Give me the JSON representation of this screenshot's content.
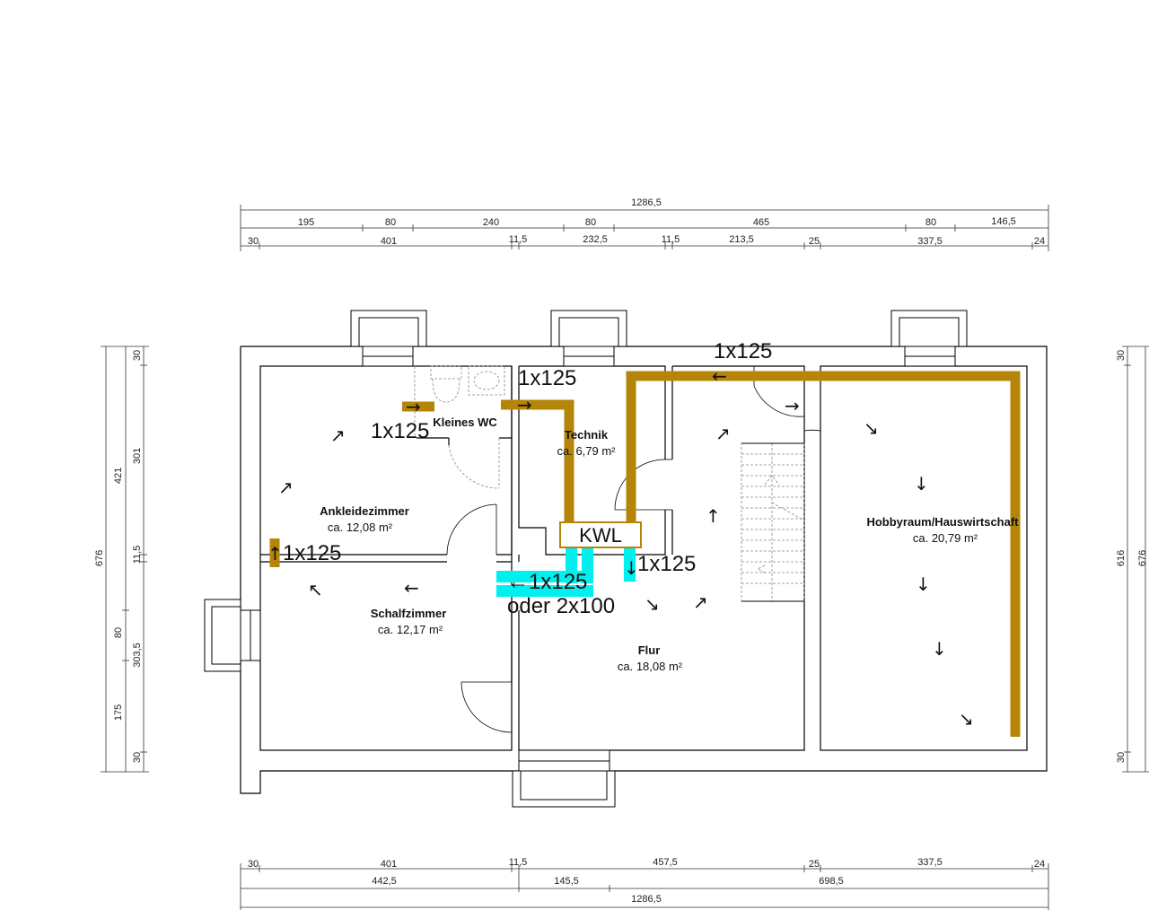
{
  "colors": {
    "duct_brown": "#b5850a",
    "duct_cyan": "#00f0f0",
    "wall": "#000000"
  },
  "dimensions": {
    "top_total": "1286,5",
    "top_row2": [
      "195",
      "80",
      "240",
      "80",
      "465",
      "80",
      "146,5"
    ],
    "top_row3": [
      "30",
      "401",
      "11,5",
      "232,5",
      "11,5",
      "213,5",
      "25",
      "337,5",
      "24"
    ],
    "bottom_row1": [
      "30",
      "401",
      "11,5",
      "457,5",
      "25",
      "337,5",
      "24"
    ],
    "bottom_row2": [
      "442,5",
      "145,5",
      "698,5"
    ],
    "bottom_total": "1286,5",
    "left_outer": "676",
    "left_mid": [
      "421",
      "80",
      "175"
    ],
    "left_inner": [
      "30",
      "301",
      "11,5",
      "303,5",
      "30"
    ],
    "right_inner": [
      "30",
      "616",
      "30"
    ],
    "right_outer": "676"
  },
  "rooms": [
    {
      "name": "Kleines WC",
      "area": ""
    },
    {
      "name": "Technik",
      "area": "ca. 6,79 m²"
    },
    {
      "name": "Ankleidezimmer",
      "area": "ca. 12,08 m²"
    },
    {
      "name": "Schalfzimmer",
      "area": "ca. 12,17 m²"
    },
    {
      "name": "Flur",
      "area": "ca. 18,08 m²"
    },
    {
      "name": "Hobbyraum/Hauswirtschaft",
      "area": "ca. 20,79 m²"
    }
  ],
  "kwl_label": "KWL",
  "ducts": {
    "top": "1x125",
    "technik": "1x125",
    "wc": "1x125",
    "ankleide": "1x125",
    "supply": "←1x125",
    "supply_alt": "oder 2x100",
    "flur": "1x125"
  },
  "arrows": {
    "right": "→",
    "left": "←",
    "up": "↑",
    "down": "↓",
    "up_right": "↗",
    "up_left": "↖",
    "down_right": "↘"
  }
}
